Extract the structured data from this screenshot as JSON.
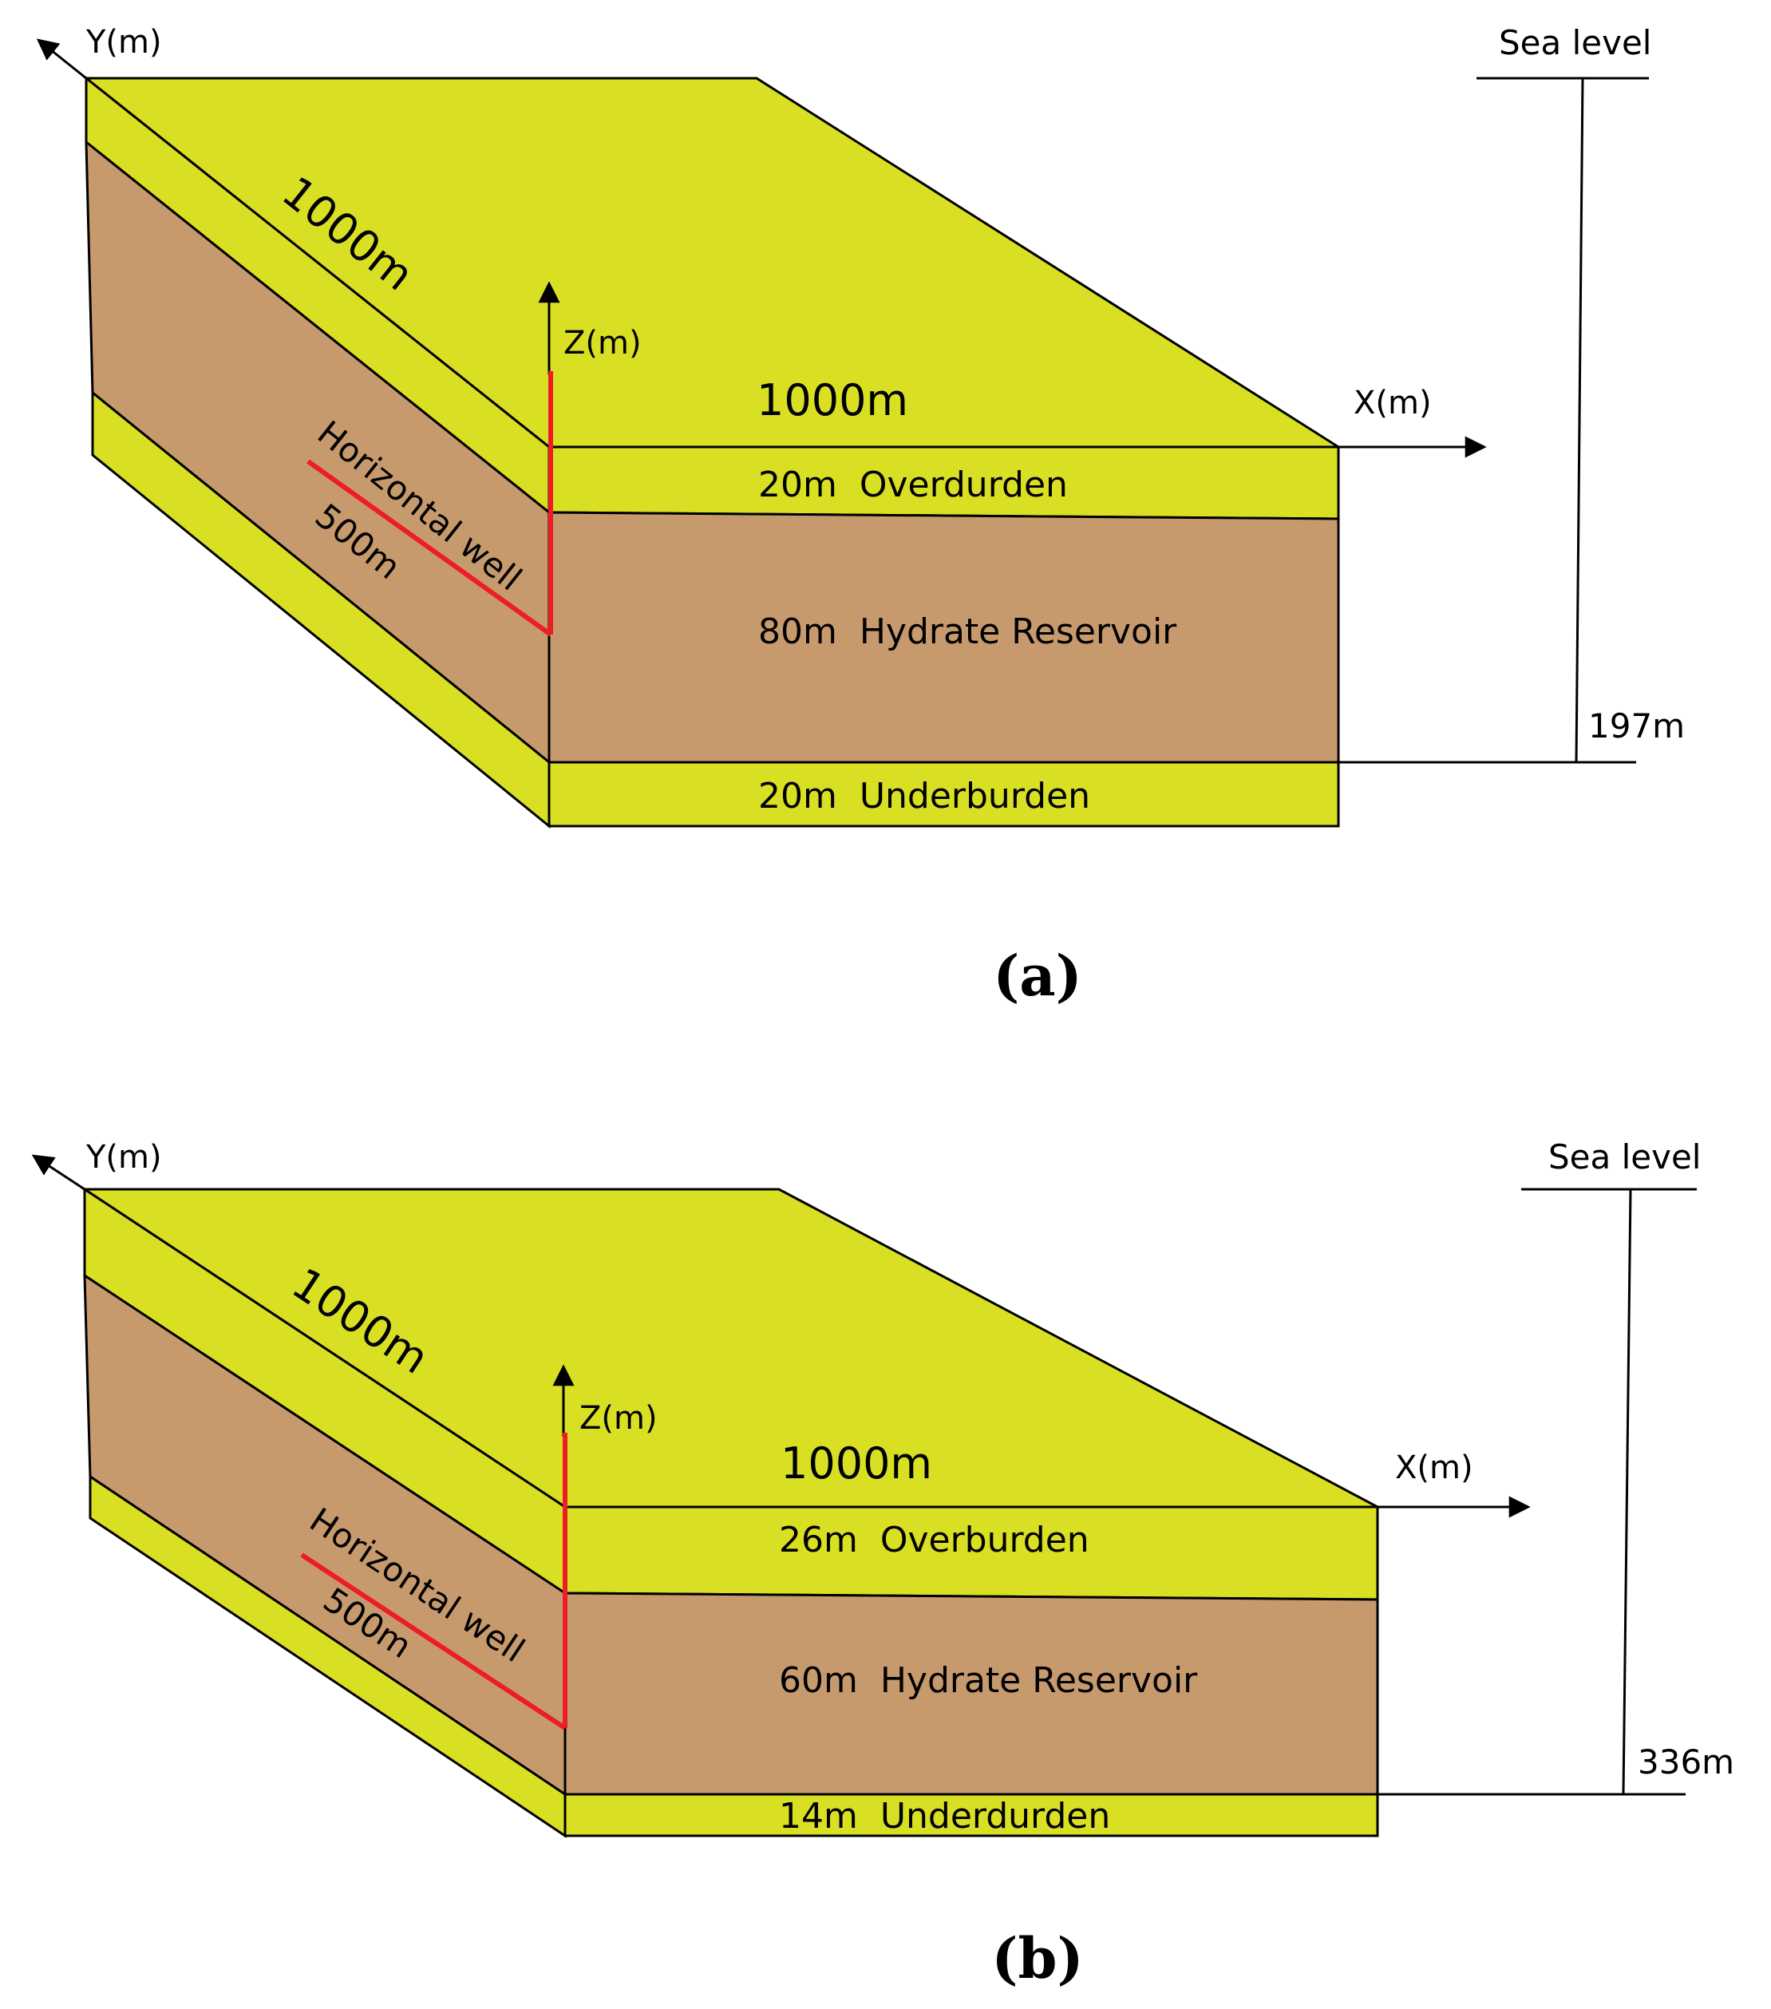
{
  "colors": {
    "sediment": "#d9df22",
    "reservoir": "#c79a6e",
    "well": "#ee1c24",
    "line": "#000000"
  },
  "panels": [
    {
      "caption": "(a)",
      "axes": {
        "y": "Y(m)",
        "z": "Z(m)",
        "x": "X(m)"
      },
      "width_label": "1000m",
      "length_label": "1000m",
      "well_label": "Horizontal well",
      "well_length": "500m",
      "sea_level": "Sea level",
      "depth": "197m",
      "layers": {
        "top": "20m  Overdurden",
        "middle": "80m  Hydrate Reservoir",
        "bottom": "20m  Underburden"
      }
    },
    {
      "caption": "(b)",
      "axes": {
        "y": "Y(m)",
        "z": "Z(m)",
        "x": "X(m)"
      },
      "width_label": "1000m",
      "length_label": "1000m",
      "well_label": "Horizontal well",
      "well_length": "500m",
      "sea_level": "Sea level",
      "depth": "336m",
      "layers": {
        "top": "26m  Overburden",
        "middle": "60m  Hydrate Reservoir",
        "bottom": "14m  Underdurden"
      }
    }
  ]
}
